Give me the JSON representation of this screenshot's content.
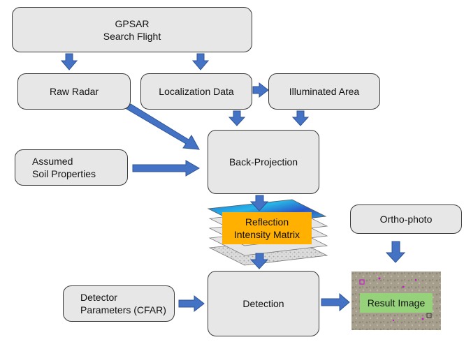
{
  "nodes": {
    "gpsar": "GPSAR\nSearch Flight",
    "raw_radar": "Raw Radar",
    "localization": "Localization Data",
    "illuminated": "Illuminated Area",
    "soil": "Assumed\nSoil Properties",
    "backprojection": "Back-Projection",
    "reflection": "Reflection\nIntensity Matrix",
    "orthophoto": "Ortho-photo",
    "detector": "Detector\nParameters (CFAR)",
    "detection": "Detection",
    "result": "Result Image"
  },
  "colors": {
    "box_fill": "#e7e7e7",
    "arrow": "#4472c4",
    "matrix_label": "#ffb000",
    "result_label": "#95d27a"
  }
}
